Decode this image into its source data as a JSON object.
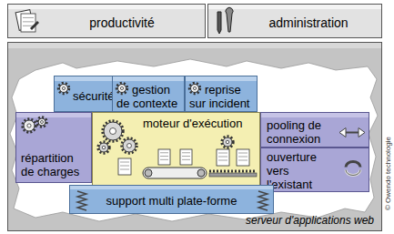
{
  "diagram": {
    "nodes": [
      {
        "text": [
          "productivité"
        ]
      },
      {
        "text": [
          "administration"
        ]
      },
      {
        "text": [
          "serveur d'applications web"
        ]
      },
      {
        "text": [
          "sécurité"
        ],
        "in": 2
      },
      {
        "text": [
          "gestion de contexte"
        ],
        "in": 2
      },
      {
        "text": [
          "reprise sur incident"
        ],
        "in": 2
      },
      {
        "text": [
          "répartition de charges"
        ],
        "in": 2
      },
      {
        "text": [
          "moteur d'exécution"
        ],
        "in": 2
      },
      {
        "text": [
          "pooling de connexion"
        ],
        "in": 2
      },
      {
        "text": [
          "ouverture vers l'existant"
        ],
        "in": 2
      },
      {
        "text": [
          "support multi plate-forme"
        ],
        "in": 2
      }
    ],
    "labels": [
      "© Owendo technologie"
    ]
  }
}
